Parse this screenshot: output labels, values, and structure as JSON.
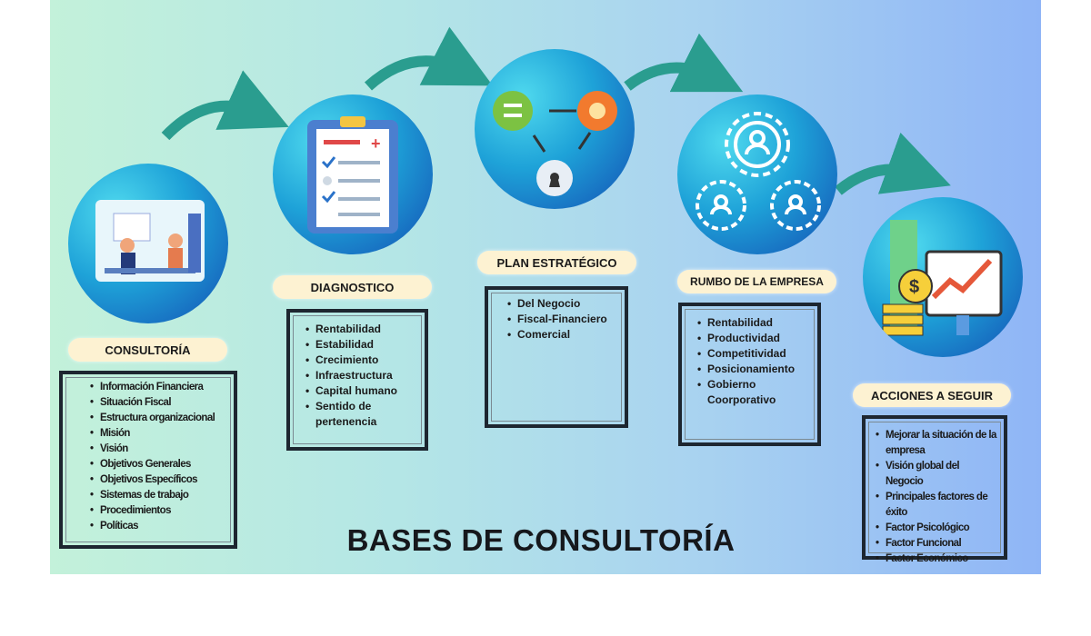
{
  "title": "BASES DE CONSULTORÍA",
  "colors": {
    "arrow": "#2a9d8f",
    "label_bg": "#fdf2d2",
    "box_border": "#1d2630"
  },
  "steps": [
    {
      "label": "CONSULTORÍA",
      "icon": "meeting-illustration-icon",
      "items": [
        "Información Financiera",
        "Situación Fiscal",
        "Estructura organizacional",
        "Misión",
        "Visión",
        "Objetivos Generales",
        "Objetivos Específicos",
        "Sistemas de trabajo",
        "Procedimientos",
        "Políticas"
      ]
    },
    {
      "label": "DIAGNOSTICO",
      "icon": "clipboard-checklist-icon",
      "items": [
        "Rentabilidad",
        "Estabilidad",
        "Crecimiento",
        "Infraestructura",
        "Capital humano",
        "Sentido de pertenencia"
      ]
    },
    {
      "label": "PLAN ESTRATÉGICO",
      "icon": "strategy-cycle-icon",
      "items": [
        "Del Negocio",
        "Fiscal-Financiero",
        "Comercial"
      ]
    },
    {
      "label": "RUMBO DE LA EMPRESA",
      "icon": "gears-people-icon",
      "items": [
        "Rentabilidad",
        "Productividad",
        "Competitividad",
        "Posicionamiento",
        "Gobierno Coorporativo"
      ]
    },
    {
      "label": "ACCIONES A SEGUIR",
      "icon": "finance-growth-icon",
      "items": [
        "Mejorar la situación de la empresa",
        "Visión global del Negocio",
        "Principales factores de éxito",
        "Factor Psicológico",
        "Factor Funcional",
        "Factor Económico"
      ]
    }
  ]
}
